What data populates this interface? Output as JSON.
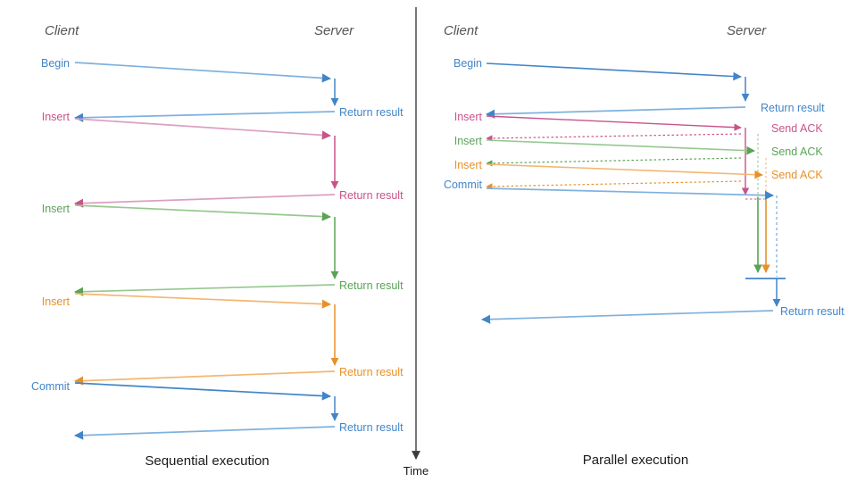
{
  "colors": {
    "blue": "#4285c8",
    "blue_light": "#7fb1de",
    "pink": "#c9538a",
    "pink_light": "#dba0bf",
    "green": "#5aa355",
    "green_light": "#96c88f",
    "orange": "#e8912a",
    "orange_light": "#f3b671",
    "divider": "#3c3c3c",
    "lane_title": "#555555",
    "caption": "#1a1a1a"
  },
  "divider": {
    "axis_label": "Time"
  },
  "left_panel": {
    "caption": "Sequential execution",
    "lanes": {
      "client": "Client",
      "server": "Server"
    },
    "client_labels": [
      {
        "text": "Begin",
        "color": "blue"
      },
      {
        "text": "Insert",
        "color": "pink"
      },
      {
        "text": "Insert",
        "color": "green"
      },
      {
        "text": "Insert",
        "color": "orange"
      },
      {
        "text": "Commit",
        "color": "blue"
      }
    ],
    "server_labels": [
      {
        "text": "Return result",
        "color": "blue"
      },
      {
        "text": "Return result",
        "color": "pink"
      },
      {
        "text": "Return result",
        "color": "green"
      },
      {
        "text": "Return result",
        "color": "orange"
      },
      {
        "text": "Return result",
        "color": "blue"
      }
    ]
  },
  "right_panel": {
    "caption": "Parallel execution",
    "lanes": {
      "client": "Client",
      "server": "Server"
    },
    "client_labels": [
      {
        "text": "Begin",
        "color": "blue"
      },
      {
        "text": "Insert",
        "color": "pink"
      },
      {
        "text": "Insert",
        "color": "green"
      },
      {
        "text": "Insert",
        "color": "orange"
      },
      {
        "text": "Commit",
        "color": "blue"
      }
    ],
    "server_labels": [
      {
        "text": "Return result",
        "color": "blue"
      },
      {
        "text": "Send ACK",
        "color": "pink"
      },
      {
        "text": "Send ACK",
        "color": "green"
      },
      {
        "text": "Send ACK",
        "color": "orange"
      },
      {
        "text": "Return result",
        "color": "blue"
      }
    ]
  }
}
